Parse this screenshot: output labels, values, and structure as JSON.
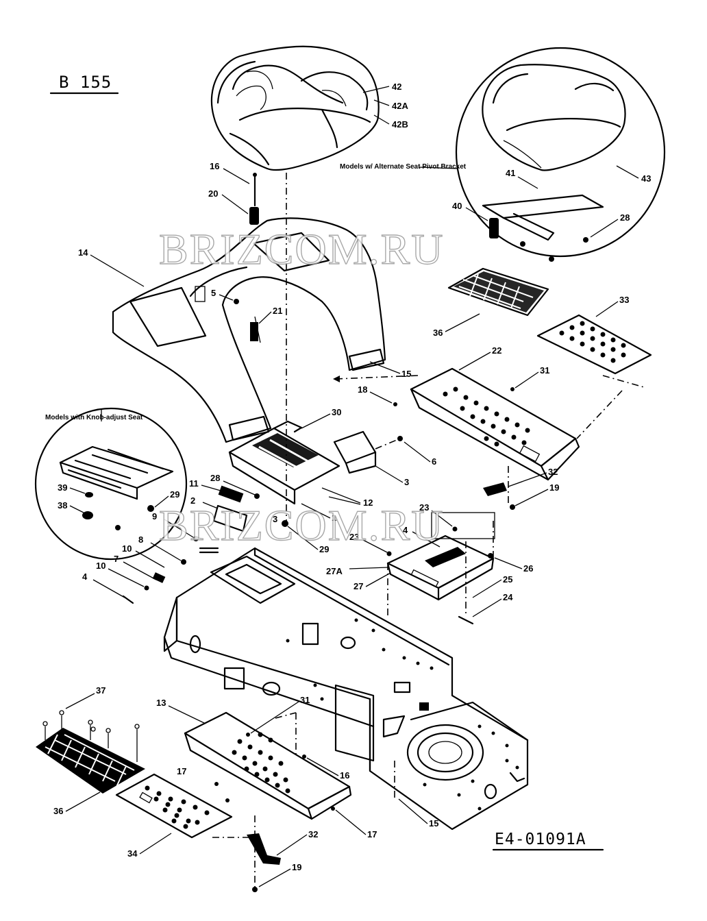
{
  "header": {
    "model": "B 155"
  },
  "footer": {
    "drawing_code": "E4-01091A"
  },
  "watermark": {
    "text": "BRIZCOM.RU"
  },
  "callouts": {
    "alt_bracket": "Models w/ Alternate Seat Pivot Bracket",
    "knob_seat": "Models with Knob-adjust Seat"
  },
  "parts": {
    "p42": "42",
    "p42a": "42A",
    "p42b": "42B",
    "p16": "16",
    "p20": "20",
    "p14": "14",
    "p5": "5",
    "p21": "21",
    "p15": "15",
    "p18": "18",
    "p41": "41",
    "p40": "40",
    "p43": "43",
    "p28a": "28",
    "p36a": "36",
    "p33": "33",
    "p22": "22",
    "p31a": "31",
    "p30": "30",
    "p6": "6",
    "p3": "3",
    "p32a": "32",
    "p19a": "19",
    "p39": "39",
    "p38": "38",
    "p29a": "29",
    "p11": "11",
    "p28b": "28",
    "p12": "12",
    "p2": "2",
    "p1": "1",
    "p23a": "23",
    "p23b": "23",
    "p4a": "4",
    "p26": "26",
    "p9": "9",
    "p8": "8",
    "p10a": "10",
    "p7": "7",
    "p10b": "10",
    "p4b": "4",
    "p3b": "3",
    "p29b": "29",
    "p27a": "27A",
    "p27": "27",
    "p25": "25",
    "p24": "24",
    "p37": "37",
    "p13": "13",
    "p31b": "31",
    "p17a": "17",
    "p16b": "16",
    "p17b": "17",
    "p36b": "36",
    "p34": "34",
    "p32b": "32",
    "p19b": "19",
    "p15b": "15"
  }
}
